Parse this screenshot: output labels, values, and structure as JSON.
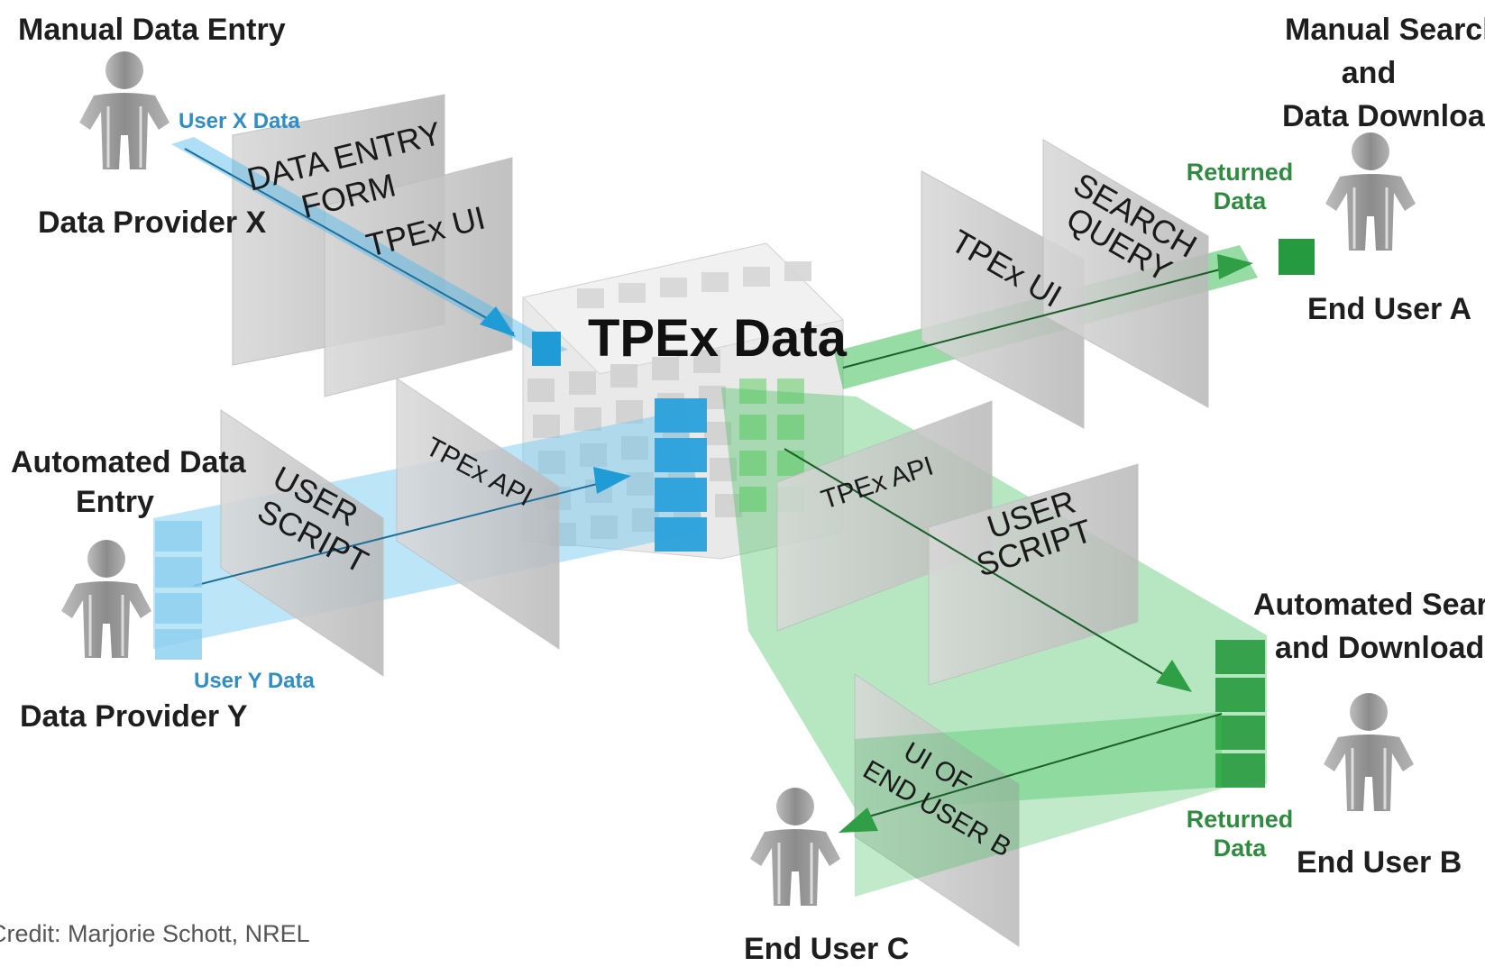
{
  "center": {
    "title": "TPEx Data"
  },
  "panels": {
    "data_entry_form": "DATA ENTRY FORM",
    "data_entry_form_line1": "DATA ENTRY",
    "data_entry_form_line2": "FORM",
    "tpex_ui_left": "TPEx UI",
    "user_script_left_line1": "USER",
    "user_script_left_line2": "SCRIPT",
    "tpex_api_left": "TPEx API",
    "tpex_ui_right": "TPEx UI",
    "search_query_line1": "SEARCH",
    "search_query_line2": "QUERY",
    "tpex_api_right": "TPEx API",
    "user_script_right_line1": "USER",
    "user_script_right_line2": "SCRIPT",
    "ui_end_user_b_line1": "UI OF",
    "ui_end_user_b_line2": "END USER B"
  },
  "actors": {
    "provider_x": {
      "heading": "Manual Data Entry",
      "name": "Data Provider X",
      "data_label": "User X Data"
    },
    "provider_y": {
      "heading_line1": "Automated Data",
      "heading_line2": "Entry",
      "name": "Data Provider Y",
      "data_label": "User Y Data"
    },
    "end_user_a": {
      "heading_line1": "Manual Search",
      "heading_line2": "and",
      "heading_line3": "Data Download",
      "name": "End User A",
      "returned_line1": "Returned",
      "returned_line2": "Data"
    },
    "end_user_b": {
      "heading_line1": "Automated Search",
      "heading_line2": "and Download",
      "name": "End User B",
      "returned_line1": "Returned",
      "returned_line2": "Data"
    },
    "end_user_c": {
      "name": "End User C"
    }
  },
  "credit": "Credit: Marjorie Schott, NREL",
  "colors": {
    "blue": "#2aa0dc",
    "blue_light": "#8fd0f0",
    "green": "#2f9e44",
    "green_light": "#8fd68f",
    "panel": "#c8c8c8",
    "figure": "#9a9a9a"
  }
}
